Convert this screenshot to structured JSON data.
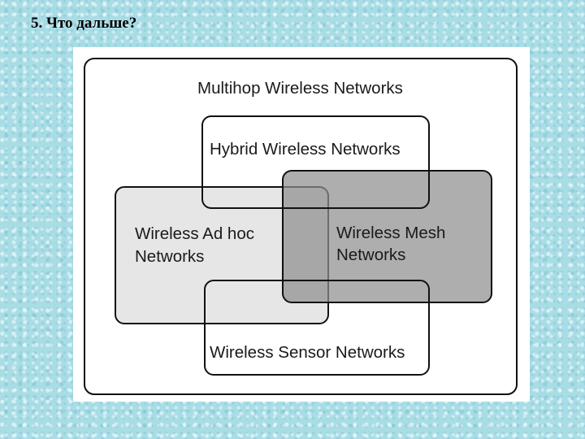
{
  "slide": {
    "title": "5. Что дальше?"
  },
  "diagram": {
    "outer_label": "Multihop Wireless Networks",
    "hybrid_label": "Hybrid Wireless Networks",
    "adhoc_label_line1": "Wireless Ad hoc",
    "adhoc_label_line2": "Networks",
    "mesh_label_line1": "Wireless Mesh",
    "mesh_label_line2": "Networks",
    "sensor_label": "Wireless Sensor Networks",
    "colors": {
      "adhoc_fill": "#e6e6e6",
      "mesh_fill": "#ababab",
      "border": "#111111"
    }
  }
}
